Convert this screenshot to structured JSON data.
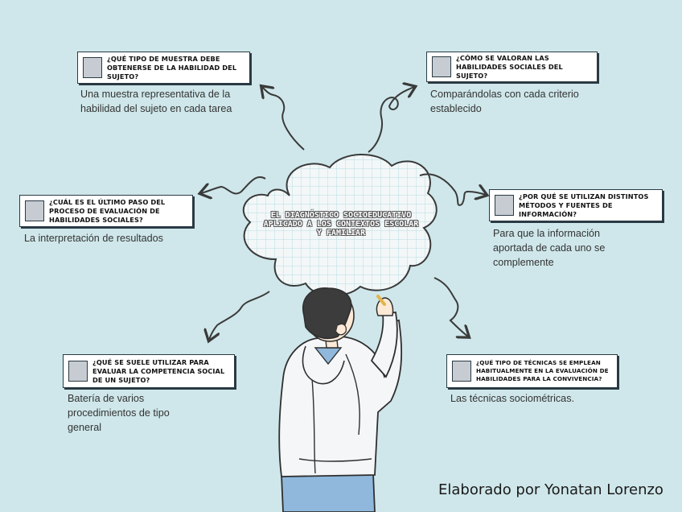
{
  "center": {
    "title": "El diagnóstico socioeducativo aplicado a los contextos escolar y familiar"
  },
  "questions": [
    {
      "question": "¿Qué tipo de muestra debe obtenerse de la habilidad del sujeto?",
      "answer": "Una muestra representativa de la habilidad del sujeto en cada tarea"
    },
    {
      "question": "¿Cómo se valoran las habilidades sociales del sujeto?",
      "answer": "Comparándolas con cada criterio establecido"
    },
    {
      "question": "¿Cuál es el último paso del proceso de evaluación de habilidades sociales?",
      "answer": "La interpretación de resultados"
    },
    {
      "question": "¿Por qué se utilizan distintos métodos y fuentes de información?",
      "answer": "Para que la información aportada de cada uno se complemente"
    },
    {
      "question": "¿Qué se suele utilizar para evaluar la competencia social de un sujeto?",
      "answer": "Batería de varios procedimientos de tipo general"
    },
    {
      "question": "¿Qué tipo de técnicas se emplean habitualmente en la evaluación de habilidades para la convivencia?",
      "answer": "Las técnicas sociométricas."
    }
  ],
  "credit": "Elaborado por Yonatan Lorenzo",
  "colors": {
    "background": "#cfe7ea",
    "box_border": "#2a3a44",
    "checkbox_fill": "#c6ccd2",
    "hoodie": "#f4f6f8",
    "jeans": "#8fb8dc",
    "hair": "#3c3c3c"
  }
}
